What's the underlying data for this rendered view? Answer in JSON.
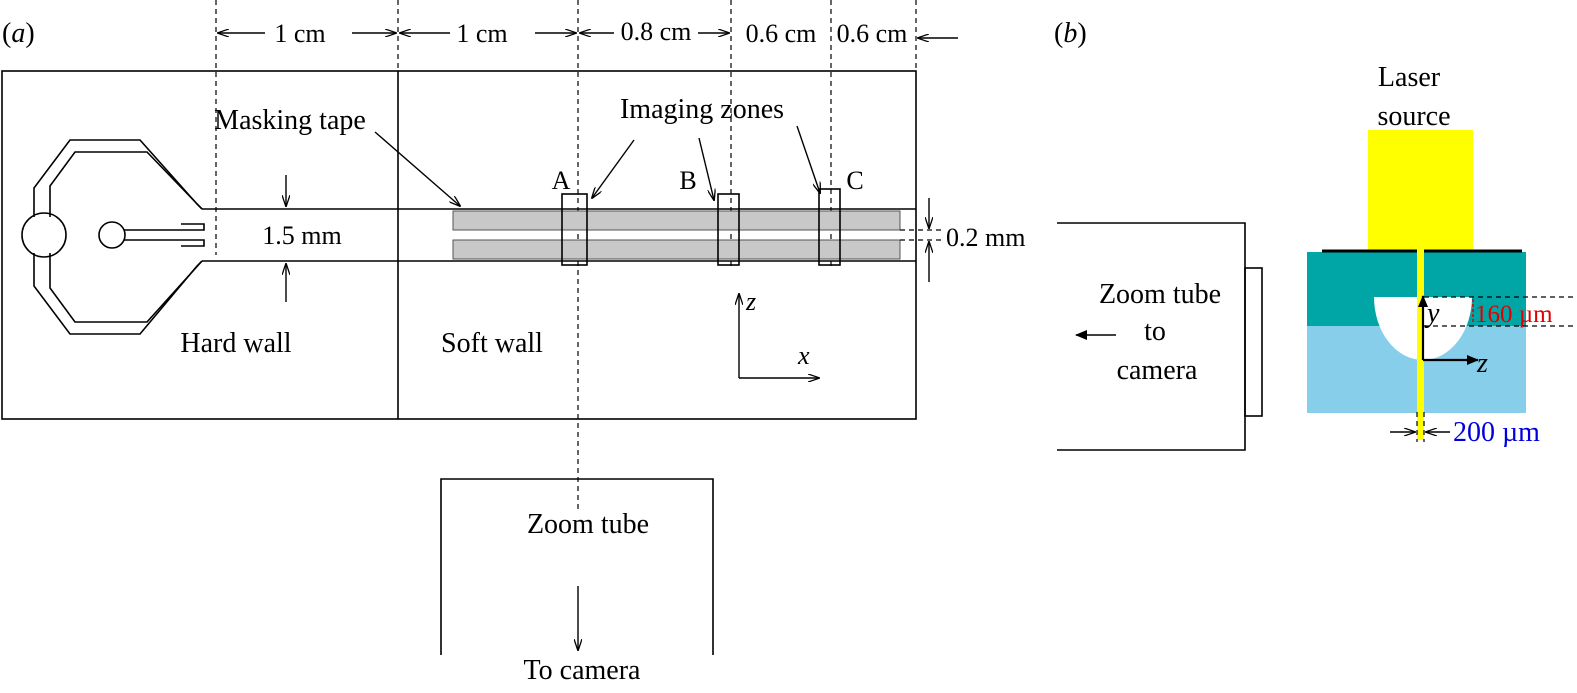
{
  "panel_a": {
    "label_open": "(",
    "label_letter": "a",
    "label_close": ")",
    "dim_1": "1 cm",
    "dim_2": "1 cm",
    "dim_3": "0.8 cm",
    "dim_4": "0.6 cm",
    "dim_5": "0.6 cm",
    "masking_tape": "Masking tape",
    "imaging_zones": "Imaging zones",
    "zone_a": "A",
    "zone_b": "B",
    "zone_c": "C",
    "width_label": "1.5 mm",
    "gap_label": "0.2 mm",
    "hard_wall": "Hard wall",
    "soft_wall": "Soft wall",
    "axis_z": "z",
    "axis_x": "x",
    "zoom_tube": "Zoom tube",
    "to_camera": "To camera"
  },
  "panel_b": {
    "label_open": "(",
    "label_letter": "b",
    "label_close": ")",
    "laser_line1": "Laser",
    "laser_line2": "source",
    "zoom_line1": "Zoom tube",
    "zoom_line2": "to",
    "zoom_line3": "camera",
    "axis_y": "y",
    "axis_z": "z",
    "depth_label": "160 µm",
    "sheet_label": "200 µm"
  },
  "colors": {
    "laser": "#ffff00",
    "teal": "#00a6a6",
    "light_blue": "#87ceeb",
    "tape": "#c8c8c8",
    "red_label": "#e00000",
    "blue_label": "#0000dd"
  }
}
